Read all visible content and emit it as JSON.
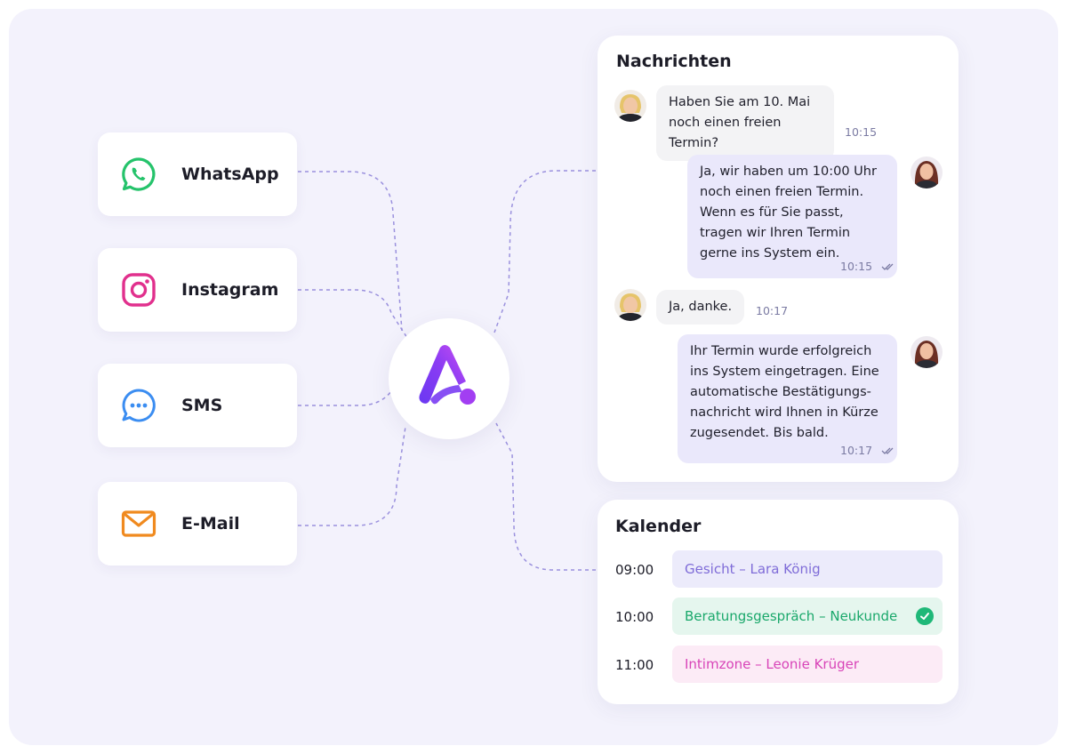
{
  "channels": [
    {
      "label": "WhatsApp",
      "icon": "whatsapp-icon",
      "color": "#25c36b"
    },
    {
      "label": "Instagram",
      "icon": "instagram-icon",
      "color": "#e1308d"
    },
    {
      "label": "SMS",
      "icon": "sms-chat-icon",
      "color": "#3b8df1"
    },
    {
      "label": "E-Mail",
      "icon": "mail-icon",
      "color": "#f08a1f"
    }
  ],
  "hub": {
    "icon": "app-logo-icon",
    "gradient": [
      "#7b3cf3",
      "#c43ef3"
    ]
  },
  "messages": {
    "title": "Nachrichten",
    "items": [
      {
        "direction": "in",
        "text": "Haben Sie am 10. Mai noch einen freien Termin?",
        "time": "10:15"
      },
      {
        "direction": "out",
        "text": "Ja, wir haben um 10:00 Uhr noch einen freien Termin. Wenn es für Sie passt, tragen wir Ihren Termin gerne ins System ein.",
        "time": "10:15",
        "status": "read"
      },
      {
        "direction": "in",
        "text": "Ja, danke.",
        "time": "10:17"
      },
      {
        "direction": "out",
        "text": "Ihr Termin wurde erfolgreich ins System eingetragen. Eine automatische Bestätigungs-nachricht wird Ihnen in Kürze zugesendet. Bis bald.",
        "time": "10:17",
        "status": "read"
      }
    ]
  },
  "calendar": {
    "title": "Kalender",
    "events": [
      {
        "time": "09:00",
        "label": "Gesicht – Lara König",
        "bg": "#ecebfb",
        "fg": "#7f6cd8",
        "confirmed": false
      },
      {
        "time": "10:00",
        "label": "Beratungsgespräch – Neukunde",
        "bg": "#e5f6ee",
        "fg": "#1aa86b",
        "confirmed": true
      },
      {
        "time": "11:00",
        "label": "Intimzone – Leonie Krüger",
        "bg": "#fcebf6",
        "fg": "#d844b8",
        "confirmed": false
      }
    ]
  },
  "colors": {
    "background": "#f3f2fc",
    "connector": "#8b80d8",
    "outgoing_bubble": "#eae8fb",
    "incoming_bubble": "#f3f3f5",
    "confirmed": "#1fb878"
  }
}
